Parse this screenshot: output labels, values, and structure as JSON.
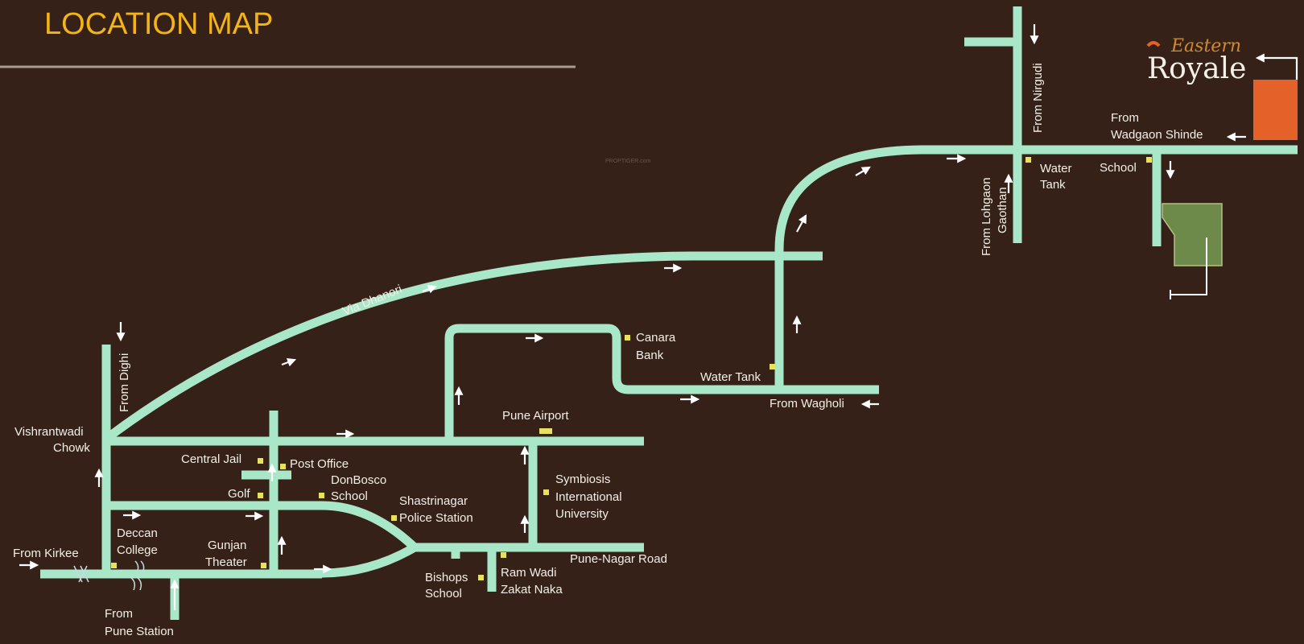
{
  "title": "LOCATION MAP",
  "brand": {
    "line1": "Eastern",
    "line2": "Royale",
    "marker_color": "#e4622a"
  },
  "watermark": "PROPTIGER.com",
  "colors": {
    "background": "#362118",
    "road": "#a8e8c8",
    "title": "#f2b416",
    "site_plot": "#6e8a4a",
    "landmark_dot": "#e8e060"
  },
  "labels": {
    "from_nirgudi": "From Nirgudi",
    "from_lohgaon_1": "From Lohgaon",
    "from_lohgaon_2": "Gaothan",
    "water_tank_1_a": "Water",
    "water_tank_1_b": "Tank",
    "school_east": "School",
    "from_wadgaon_1": "From",
    "from_wadgaon_2": "Wadgaon Shinde",
    "via_dhanori": "Via Dhanori",
    "canara_bank_1": "Canara",
    "canara_bank_2": "Bank",
    "water_tank_2": "Water Tank",
    "from_wagholi": "From Wagholi",
    "from_dighi": "From Dighi",
    "vishrantwadi_1": "Vishrantwadi",
    "vishrantwadi_2": "Chowk",
    "pune_airport": "Pune Airport",
    "central_jail": "Central Jail",
    "post_office": "Post Office",
    "donbosco_1": "DonBosco",
    "donbosco_2": "School",
    "golf": "Golf",
    "shastrinagar_1": "Shastrinagar",
    "shastrinagar_2": "Police Station",
    "symbiosis_1": "Symbiosis",
    "symbiosis_2": "International",
    "symbiosis_3": "University",
    "deccan_1": "Deccan",
    "deccan_2": "College",
    "gunjan_1": "Gunjan",
    "gunjan_2": "Theater",
    "pune_nagar_road": "Pune-Nagar Road",
    "from_kirkee": "From Kirkee",
    "bishops_1": "Bishops",
    "bishops_2": "School",
    "ramwadi_1": "Ram Wadi",
    "ramwadi_2": "Zakat Naka",
    "from_pune_station_1": "From",
    "from_pune_station_2": "Pune Station"
  }
}
